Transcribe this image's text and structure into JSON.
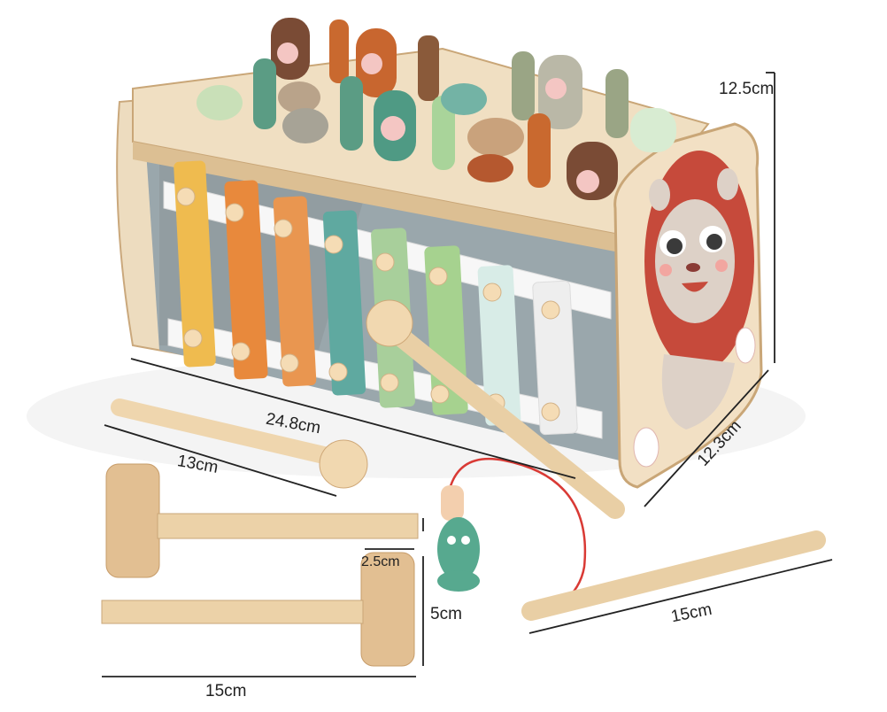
{
  "dimensions": {
    "height": "12.5cm",
    "length": "24.8cm",
    "depth": "12.3cm",
    "mallet_stick": "13cm",
    "hammer_head_width": "2.5cm",
    "hammer_head_height": "5cm",
    "hammer_length": "15cm",
    "fishing_rod": "15cm"
  },
  "colors": {
    "wood": "#ecd3ad",
    "wood_dark": "#c99e6c",
    "xylophone": [
      "#efbb4f",
      "#e8893c",
      "#e99650",
      "#5fa9a0",
      "#a8cf9b",
      "#a6d28f",
      "#d8ece7",
      "#eeeeee"
    ],
    "lion_mane": "#c64a3b",
    "rod_string": "#d93a35"
  }
}
